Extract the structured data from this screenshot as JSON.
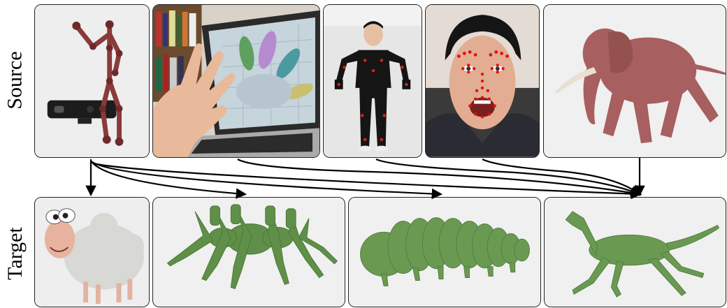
{
  "labels": {
    "source": "Source",
    "target": "Target"
  },
  "source_panels": [
    {
      "name": "kinect-skeleton",
      "icon": "kinect-skeleton-icon"
    },
    {
      "name": "leap-hand-tracking",
      "icon": "hand-tracking-icon"
    },
    {
      "name": "mocap-suit",
      "icon": "mocap-person-icon"
    },
    {
      "name": "face-landmarks",
      "icon": "face-landmarks-icon"
    },
    {
      "name": "elephant",
      "icon": "elephant-icon"
    }
  ],
  "target_panels": [
    {
      "name": "sheep",
      "icon": "sheep-icon"
    },
    {
      "name": "spider",
      "icon": "spider-icon"
    },
    {
      "name": "caterpillar",
      "icon": "caterpillar-icon"
    },
    {
      "name": "horse",
      "icon": "horse-icon"
    }
  ],
  "colors": {
    "source_mesh": "#a05a5a",
    "target_mesh": "#5f8f48",
    "panel_border": "#222222",
    "landmark": "#e01010"
  }
}
